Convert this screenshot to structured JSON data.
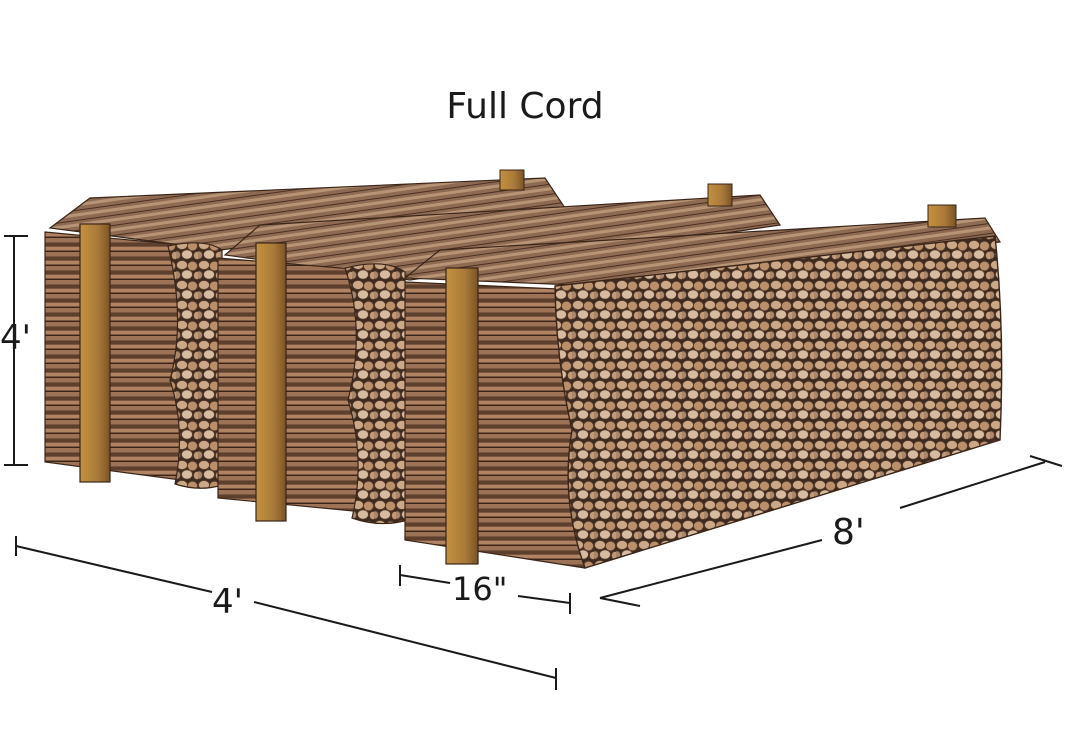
{
  "title": "Full Cord",
  "dimensions": {
    "height": "4'",
    "depth": "4'",
    "length": "8'",
    "split_length": "16\""
  },
  "colors": {
    "wood_side_dark": "#6b4a35",
    "wood_side_light": "#b58a68",
    "end_grain": "#c9a88a",
    "stake": "#a9793a",
    "dimension_line": "#1a1a1a"
  }
}
